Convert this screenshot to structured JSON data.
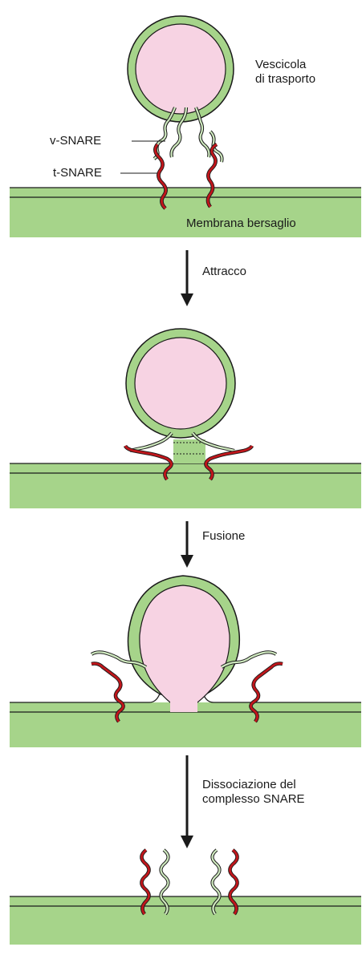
{
  "labels": {
    "vesicle": "Vescicola\ndi trasporto",
    "v_snare": "v-SNARE",
    "t_snare": "t-SNARE",
    "membrane": "Membrana bersaglio"
  },
  "steps": [
    {
      "label": "Attracco"
    },
    {
      "label": "Fusione"
    },
    {
      "label": "Dissociazione del\ncomplesso SNARE"
    }
  ],
  "colors": {
    "membrane": "#a6d48a",
    "vesicle_lumen": "#f7d3e3",
    "v_snare": "#cfe9bf",
    "t_snare": "#c0161b",
    "outline": "#1a1a1a"
  }
}
